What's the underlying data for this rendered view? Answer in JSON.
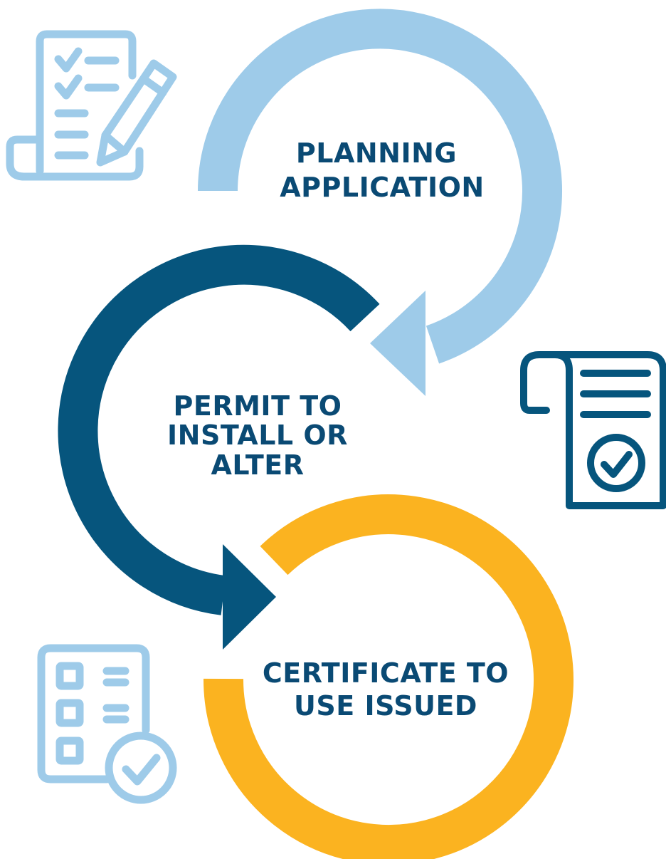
{
  "steps": [
    {
      "id": "planning",
      "lines": [
        "PLANNING",
        "APPLICATION"
      ],
      "color": "#9ecbe9",
      "icon": "document-checklist-pencil-icon"
    },
    {
      "id": "permit",
      "lines": [
        "PERMIT TO",
        "INSTALL OR",
        "ALTER"
      ],
      "color": "#06557d",
      "icon": "scroll-certificate-check-icon"
    },
    {
      "id": "certificate",
      "lines": [
        "CERTIFICATE TO",
        "USE ISSUED"
      ],
      "color": "#fbb320",
      "icon": "checklist-approved-icon"
    }
  ],
  "label_color": "#0a4a74"
}
